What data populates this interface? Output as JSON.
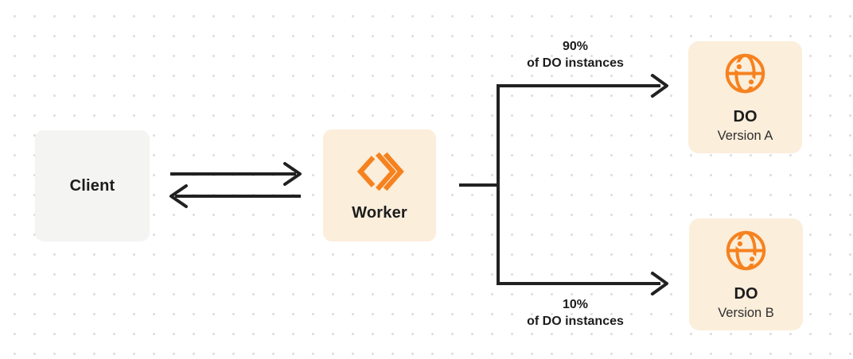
{
  "colors": {
    "accent": "#f6821f",
    "node-cream": "#fbeedb",
    "node-gray": "#f4f4f3",
    "line": "#212121",
    "text": "#1c1c1c",
    "subtext": "#2f2f2f",
    "canvas-bg": "#ffffff",
    "dot": "#dddddd"
  },
  "icons": {
    "worker": "cloudflare-workers-chevrons-icon",
    "durable_object": "globe-with-dots-icon"
  },
  "nodes": {
    "client": {
      "label": "Client"
    },
    "worker": {
      "label": "Worker"
    },
    "do_a": {
      "title": "DO",
      "subtitle": "Version A"
    },
    "do_b": {
      "title": "DO",
      "subtitle": "Version B"
    }
  },
  "edges": {
    "route_a": {
      "percent": "90%",
      "caption": "of DO instances"
    },
    "route_b": {
      "percent": "10%",
      "caption": "of DO instances"
    }
  }
}
